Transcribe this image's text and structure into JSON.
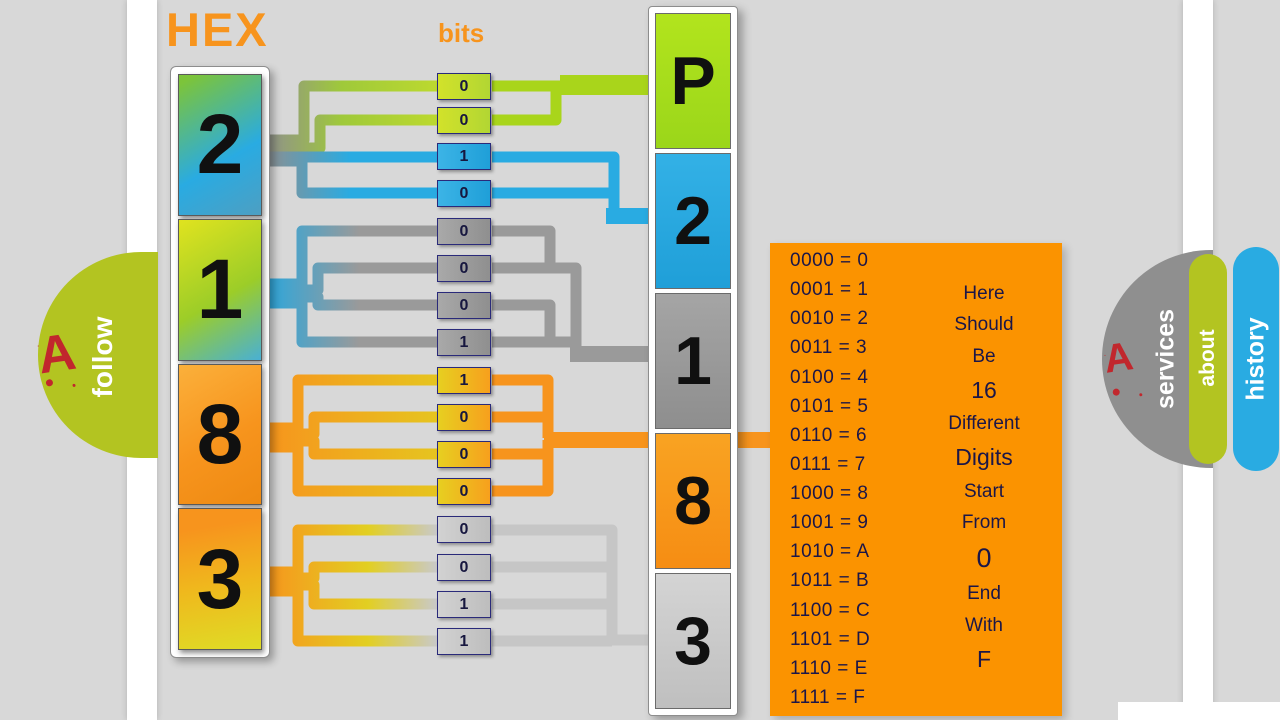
{
  "titles": {
    "hex": "HEX",
    "bits": "bits"
  },
  "hex_column": {
    "digits": [
      "2",
      "1",
      "8",
      "3"
    ]
  },
  "bits": [
    {
      "value": "0",
      "group": "p"
    },
    {
      "value": "0",
      "group": "p"
    },
    {
      "value": "1",
      "group": "d1"
    },
    {
      "value": "0",
      "group": "d1"
    },
    {
      "value": "0",
      "group": "d2"
    },
    {
      "value": "0",
      "group": "d2"
    },
    {
      "value": "0",
      "group": "d2"
    },
    {
      "value": "1",
      "group": "d2"
    },
    {
      "value": "1",
      "group": "d3"
    },
    {
      "value": "0",
      "group": "d3"
    },
    {
      "value": "0",
      "group": "d3"
    },
    {
      "value": "0",
      "group": "d3"
    },
    {
      "value": "0",
      "group": "d4"
    },
    {
      "value": "0",
      "group": "d4"
    },
    {
      "value": "1",
      "group": "d4"
    },
    {
      "value": "1",
      "group": "d4"
    }
  ],
  "dtc_code": [
    {
      "char": "P",
      "group": "p"
    },
    {
      "char": "2",
      "group": "d1"
    },
    {
      "char": "1",
      "group": "d2"
    },
    {
      "char": "8",
      "group": "d3"
    },
    {
      "char": "3",
      "group": "d4"
    }
  ],
  "hex_table": {
    "rows": [
      "0000 = 0",
      "0001 = 1",
      "0010 = 2",
      "0011 = 3",
      "0100 = 4",
      "0101 = 5",
      "0110 = 6",
      "0111 = 7",
      "1000 = 8",
      "1001 = 9",
      "1010 = A",
      "1011 = B",
      "1100 = C",
      "1101 = D",
      "1110 = E",
      "1111 = F"
    ]
  },
  "note": {
    "lines": [
      {
        "text": "Here",
        "size": "m"
      },
      {
        "text": "Should",
        "size": "m"
      },
      {
        "text": "Be",
        "size": "m"
      },
      {
        "text": "16",
        "size": "l"
      },
      {
        "text": "Different",
        "size": "m"
      },
      {
        "text": "Digits",
        "size": "l"
      },
      {
        "text": "Start",
        "size": "m"
      },
      {
        "text": "From",
        "size": "m"
      },
      {
        "text": "0",
        "size": "xl"
      },
      {
        "text": "End",
        "size": "m"
      },
      {
        "text": "With",
        "size": "m"
      },
      {
        "text": "F",
        "size": "l"
      }
    ]
  },
  "badges": {
    "left": {
      "logo": "A",
      "label": "follow"
    },
    "right": [
      {
        "logo": "A",
        "label": "services"
      },
      {
        "label": "about"
      },
      {
        "label": "history"
      }
    ]
  },
  "colors": {
    "accent_orange": "#f7941d",
    "panel_orange": "#fb9300",
    "panel_text": "#1b1648",
    "blue": "#29abe2",
    "badge_green": "#b3c421",
    "badge_gray": "#8f8f8f",
    "logo_red": "#c1272d"
  }
}
